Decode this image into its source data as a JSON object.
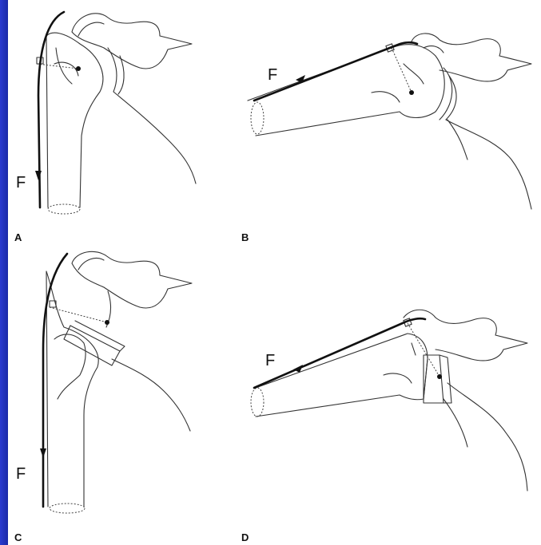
{
  "labels": {
    "panel_a": "A",
    "panel_b": "B",
    "panel_c": "C",
    "panel_d": "D",
    "force_a": "F",
    "force_b": "F",
    "force_c": "F",
    "force_d": "F"
  },
  "colors": {
    "background_left": "#2a3bd0",
    "background_right": "#0f1d86",
    "figure_background": "#ffffff",
    "line_color": "#333333"
  }
}
